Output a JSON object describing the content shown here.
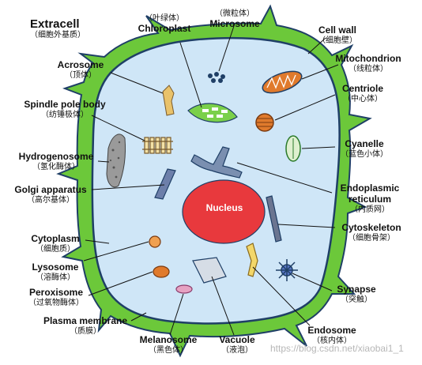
{
  "labels": {
    "extracell": {
      "en": "Extracell",
      "cn": "（细胞外基质）"
    },
    "chloroplast": {
      "en": "Chloroplast",
      "cn": "（叶绿体）"
    },
    "microsome": {
      "en": "Microsome",
      "cn": "（微粒体）"
    },
    "cell_wall": {
      "en": "Cell wall",
      "cn": "（细胞壁）"
    },
    "mitochondrion": {
      "en": "Mitochondrion",
      "cn": "（线粒体）"
    },
    "acrosome": {
      "en": "Acrosome",
      "cn": "（顶体）"
    },
    "centriole": {
      "en": "Centriole",
      "cn": "（中心体）"
    },
    "spindle_pole_body": {
      "en": "Spindle pole body",
      "cn": "（纺锤极体）"
    },
    "cyanelle": {
      "en": "Cyanelle",
      "cn": "（蓝色小体）"
    },
    "hydrogenosome": {
      "en": "Hydrogenosome",
      "cn": "（氢化酶体）"
    },
    "endoplasmic_reticulum": {
      "en": "Endoplasmic",
      "en2": "reticulum",
      "cn": "（内质网）"
    },
    "golgi": {
      "en": "Golgi apparatus",
      "cn": "（高尔基体）"
    },
    "cytoskeleton": {
      "en": "Cytoskeleton",
      "cn": "（细胞骨架）"
    },
    "cytoplasm": {
      "en": "Cytoplasm",
      "cn": "（细胞质）"
    },
    "lysosome": {
      "en": "Lysosome",
      "cn": "（溶酶体）"
    },
    "synapse": {
      "en": "Synapse",
      "cn": "（突触）"
    },
    "peroxisome": {
      "en": "Peroxisome",
      "cn": "（过氧物酶体）"
    },
    "endosome": {
      "en": "Endosome",
      "cn": "（核内体）"
    },
    "plasma_membrane": {
      "en": "Plasma membrane",
      "cn": "（质膜）"
    },
    "melanosome": {
      "en": "Melanosome",
      "cn": "（黑色体）"
    },
    "vacuole": {
      "en": "Vacuole",
      "cn": "（液泡）"
    },
    "nucleus": {
      "en": "Nucleus"
    }
  },
  "watermark": "https://blog.csdn.net/xiaobai1_1",
  "colors": {
    "cell_wall": "#6cc83a",
    "cytoplasm": "#cfe6f7",
    "membrane": "#1f3f66",
    "nucleus": "#e8393d",
    "mitochondrion": "#e07a2c",
    "chloroplast": "#7ad04a"
  }
}
